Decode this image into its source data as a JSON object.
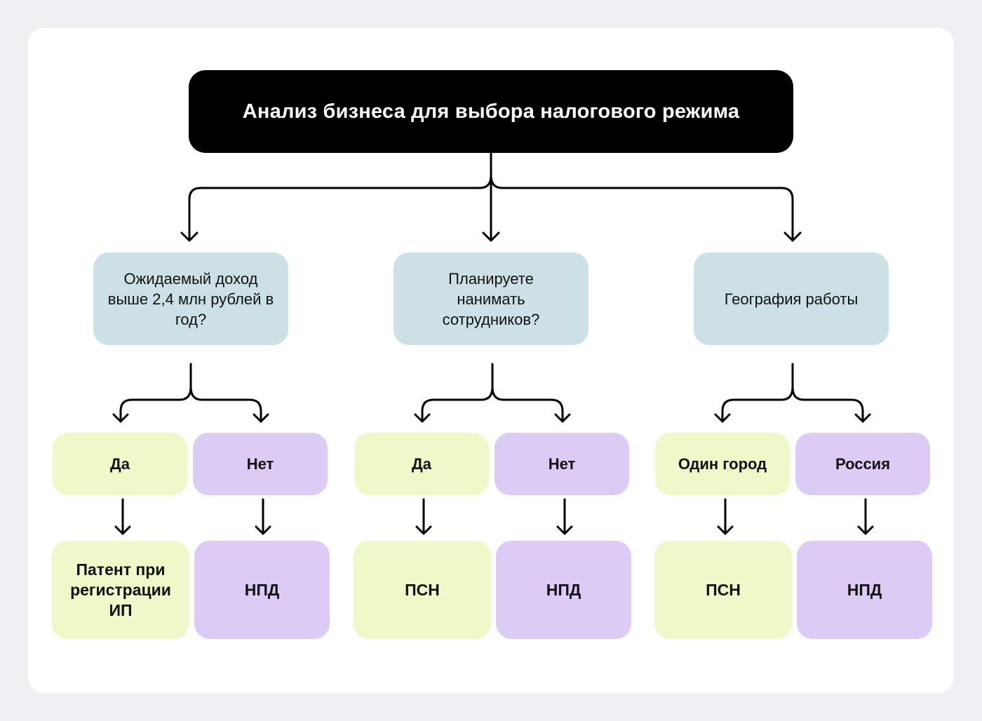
{
  "diagram": {
    "title": "Анализ бизнеса для выбора налогового режима",
    "colors": {
      "background": "#efeff4",
      "card": "#ffffff",
      "root": "#000000",
      "question": "#cce0e6",
      "positive": "#eef8c8",
      "negative": "#dccbf4"
    },
    "branches": [
      {
        "question": "Ожидаемый доход выше 2,4 млн рублей в год?",
        "options": [
          {
            "label": "Да",
            "result": "Патент при регистрации ИП"
          },
          {
            "label": "Нет",
            "result": "НПД"
          }
        ]
      },
      {
        "question": "Планируете нанимать сотрудников?",
        "options": [
          {
            "label": "Да",
            "result": "ПСН"
          },
          {
            "label": "Нет",
            "result": "НПД"
          }
        ]
      },
      {
        "question": "География работы",
        "options": [
          {
            "label": "Один город",
            "result": "ПСН"
          },
          {
            "label": "Россия",
            "result": "НПД"
          }
        ]
      }
    ]
  }
}
